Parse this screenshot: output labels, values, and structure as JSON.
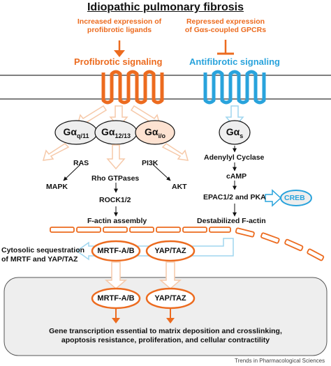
{
  "title": "Idiopathic pulmonary fibrosis",
  "left_note": {
    "line1": "Increased expression of",
    "line2": "profibrotic ligands"
  },
  "right_note": {
    "line1": "Repressed expression",
    "line2": "of Gαs-coupled GPCRs"
  },
  "profibrotic_label": "Profibrotic signaling",
  "antifibrotic_label": "Antifibrotic signaling",
  "g_proteins": [
    {
      "base": "Gα",
      "sub": "q/11"
    },
    {
      "base": "Gα",
      "sub": "12/13"
    },
    {
      "base": "Gα",
      "sub": "i/o"
    },
    {
      "base": "Gα",
      "sub": "s"
    }
  ],
  "labels": {
    "ras": "RAS",
    "pi3k": "PI3K",
    "mapk": "MAPK",
    "rho": "Rho GTPases",
    "akt": "AKT",
    "rock": "ROCK1/2",
    "adenylyl": "Adenylyl  Cyclase",
    "camp": "cAMP",
    "epac": "EPAC1/2  and PKA",
    "creb": "CREB",
    "factin": "F-actin  assembly",
    "destab": "Destabilized F-actin",
    "seq1": "Cytosolic sequestration",
    "seq2": "of MRTF and YAP/TAZ"
  },
  "mrtf": "MRTF-A/B",
  "yaptaz": "YAP/TAZ",
  "gene_text": {
    "line1": "Gene transcription essential to matrix deposition and crosslinking,",
    "line2": "apoptosis resistance, proliferation, and cellular contractility"
  },
  "footer": "Trends in Pharmacological Sciences",
  "colors": {
    "orange": "#ec6b1f",
    "blue": "#29a3dc",
    "peach": "#f6c9a9",
    "ltblue": "#9fd6ef",
    "nucleus": "#eeeeee"
  }
}
